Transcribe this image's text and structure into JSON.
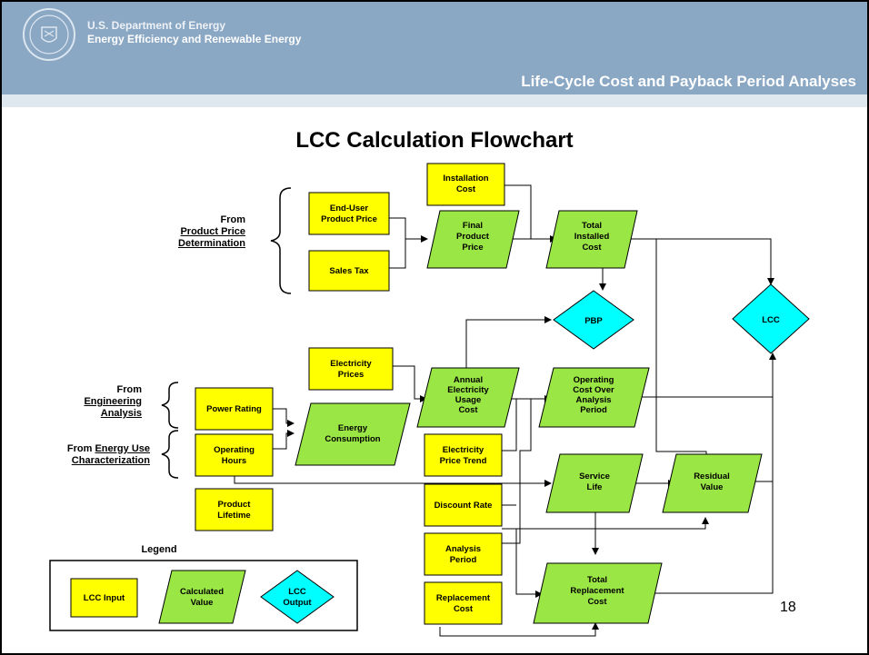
{
  "header": {
    "org_line1": "U.S. Department of Energy",
    "org_line2": "Energy Efficiency and Renewable Energy",
    "section_title": "Life-Cycle Cost and Payback Period Analyses",
    "seal": "doe-seal-icon"
  },
  "title": "LCC Calculation Flowchart",
  "page_number": "18",
  "sources": {
    "product_price": {
      "line1": "From",
      "line2": "Product Price",
      "line3": "Determination"
    },
    "engineering": {
      "line1": "From",
      "line2": "Engineering",
      "line3": "Analysis"
    },
    "energy_use": {
      "line1_prefix": "From ",
      "line1_u": "Energy Use",
      "line2": "Characterization"
    }
  },
  "nodes": {
    "installation_cost": {
      "line1": "Installation",
      "line2": "Cost"
    },
    "end_user_price": {
      "line1": "End-User",
      "line2": "Product Price"
    },
    "sales_tax": {
      "line1": "Sales Tax"
    },
    "final_price": {
      "line1": "Final",
      "line2": "Product",
      "line3": "Price"
    },
    "total_installed": {
      "line1": "Total",
      "line2": "Installed",
      "line3": "Cost"
    },
    "pbp": {
      "line1": "PBP"
    },
    "lcc": {
      "line1": "LCC"
    },
    "electricity_prices": {
      "line1": "Electricity",
      "line2": "Prices"
    },
    "annual_cost": {
      "line1": "Annual",
      "line2": "Electricity",
      "line3": "Usage",
      "line4": "Cost"
    },
    "operating_cost": {
      "line1": "Operating",
      "line2": "Cost Over",
      "line3": "Analysis",
      "line4": "Period"
    },
    "power_rating": {
      "line1": "Power Rating"
    },
    "energy_consumption": {
      "line1": "Energy",
      "line2": "Consumption"
    },
    "operating_hours": {
      "line1": "Operating",
      "line2": "Hours"
    },
    "price_trend": {
      "line1": "Electricity",
      "line2": "Price Trend"
    },
    "service_life": {
      "line1": "Service",
      "line2": "Life"
    },
    "residual_value": {
      "line1": "Residual",
      "line2": "Value"
    },
    "product_lifetime": {
      "line1": "Product",
      "line2": "Lifetime"
    },
    "discount_rate": {
      "line1": "Discount Rate"
    },
    "analysis_period": {
      "line1": "Analysis",
      "line2": "Period"
    },
    "replacement_cost": {
      "line1": "Replacement",
      "line2": "Cost"
    },
    "total_replacement": {
      "line1": "Total",
      "line2": "Replacement",
      "line3": "Cost"
    }
  },
  "legend": {
    "title": "Legend",
    "input": {
      "line1": "LCC Input"
    },
    "calculated": {
      "line1": "Calculated",
      "line2": "Value"
    },
    "output": {
      "line1": "LCC",
      "line2": "Output"
    }
  },
  "colors": {
    "header": "#8aa7c4",
    "input_fill": "#ffff00",
    "calculated_fill": "#99e645",
    "output_fill": "#00ffff"
  }
}
